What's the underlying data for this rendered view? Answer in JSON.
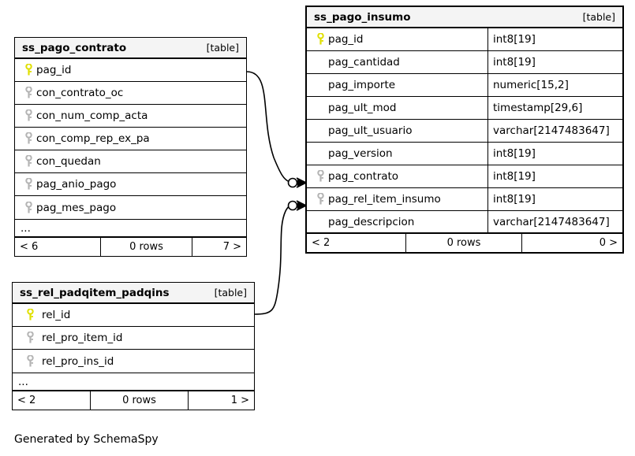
{
  "diagram": {
    "title": "SchemaSpy entity relationship diagram",
    "footer_text": "Generated by SchemaSpy",
    "table_tag": "[table]",
    "ellipsis": "...",
    "rows_label": "0 rows",
    "colors": {
      "primary_key": "#e8e800",
      "foreign_key": "#b4b4b4",
      "border": "#000000",
      "header_background": "#f4f4f4",
      "background": "#ffffff",
      "text": "#000000"
    }
  },
  "tables": [
    {
      "id": "ss_pago_contrato",
      "name": "ss_pago_contrato",
      "tag": "[table]",
      "show_types": false,
      "indent": "normal",
      "columns": [
        {
          "name": "pag_id",
          "type": "",
          "key": "primary"
        },
        {
          "name": "con_contrato_oc",
          "type": "",
          "key": "foreign"
        },
        {
          "name": "con_num_comp_acta",
          "type": "",
          "key": "foreign"
        },
        {
          "name": "con_comp_rep_ex_pa",
          "type": "",
          "key": "foreign"
        },
        {
          "name": "con_quedan",
          "type": "",
          "key": "foreign"
        },
        {
          "name": "pag_anio_pago",
          "type": "",
          "key": "foreign"
        },
        {
          "name": "pag_mes_pago",
          "type": "",
          "key": "foreign"
        }
      ],
      "has_ellipsis": true,
      "footer": {
        "left": "< 6",
        "middle": "0 rows",
        "right": "7 >"
      }
    },
    {
      "id": "ss_rel_padqitem_padqins",
      "name": "ss_rel_padqitem_padqins",
      "tag": "[table]",
      "show_types": false,
      "indent": "deep",
      "columns": [
        {
          "name": "rel_id",
          "type": "",
          "key": "primary"
        },
        {
          "name": "rel_pro_item_id",
          "type": "",
          "key": "foreign"
        },
        {
          "name": "rel_pro_ins_id",
          "type": "",
          "key": "foreign"
        }
      ],
      "has_ellipsis": true,
      "footer": {
        "left": "< 2",
        "middle": "0 rows",
        "right": "1 >"
      }
    },
    {
      "id": "ss_pago_insumo",
      "name": "ss_pago_insumo",
      "tag": "[table]",
      "show_types": true,
      "indent": "normal",
      "columns": [
        {
          "name": "pag_id",
          "type": "int8[19]",
          "key": "primary"
        },
        {
          "name": "pag_cantidad",
          "type": "int8[19]",
          "key": "none"
        },
        {
          "name": "pag_importe",
          "type": "numeric[15,2]",
          "key": "none"
        },
        {
          "name": "pag_ult_mod",
          "type": "timestamp[29,6]",
          "key": "none"
        },
        {
          "name": "pag_ult_usuario",
          "type": "varchar[2147483647]",
          "key": "none"
        },
        {
          "name": "pag_version",
          "type": "int8[19]",
          "key": "none"
        },
        {
          "name": "pag_contrato",
          "type": "int8[19]",
          "key": "foreign"
        },
        {
          "name": "pag_rel_item_insumo",
          "type": "int8[19]",
          "key": "foreign"
        },
        {
          "name": "pag_descripcion",
          "type": "varchar[2147483647]",
          "key": "none"
        }
      ],
      "has_ellipsis": false,
      "footer": {
        "left": "< 2",
        "middle": "0 rows",
        "right": "0 >"
      }
    }
  ],
  "relationships": [
    {
      "id": "rel-contrato-to-insumo",
      "from_table": "ss_pago_contrato",
      "from_column": "pag_id",
      "to_table": "ss_pago_insumo",
      "to_column": "pag_contrato",
      "from_cardinality": "one",
      "to_cardinality": "zero-or-many"
    },
    {
      "id": "rel-padqins-to-insumo",
      "from_table": "ss_rel_padqitem_padqins",
      "from_column": "rel_id",
      "to_table": "ss_pago_insumo",
      "to_column": "pag_rel_item_insumo",
      "from_cardinality": "one",
      "to_cardinality": "zero-or-many"
    }
  ]
}
